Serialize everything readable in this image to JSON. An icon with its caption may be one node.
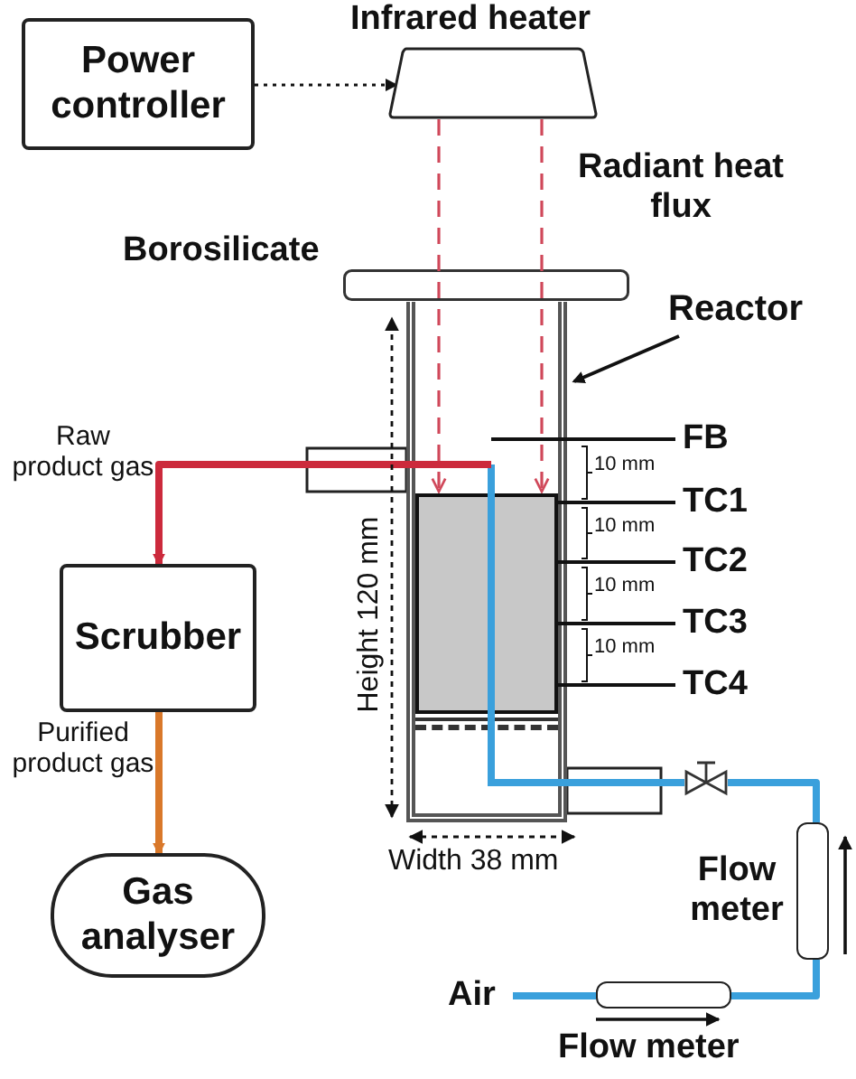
{
  "diagram": {
    "nodes": [
      {
        "text": [
          "Power controller"
        ]
      },
      {
        "text": [
          "Infrared heater"
        ]
      },
      {
        "text": [],
        "shape": "box"
      },
      {
        "text": [],
        "shape": "box",
        "in": 2
      },
      {
        "text": [
          "Reactor"
        ]
      },
      {
        "text": [
          "FB"
        ]
      },
      {
        "text": [
          "TC1"
        ]
      },
      {
        "text": [
          "TC2"
        ]
      },
      {
        "text": [
          "TC3"
        ]
      },
      {
        "text": [
          "TC4"
        ]
      },
      {
        "text": [
          "Scrubber"
        ]
      },
      {
        "text": [
          "Gas analyser"
        ]
      },
      {
        "text": [],
        "shape": "valve"
      },
      {
        "text": [
          "Flow meter"
        ]
      },
      {
        "text": [
          "Flow meter"
        ]
      },
      {
        "text": [
          "Air"
        ]
      }
    ],
    "edges": [
      {
        "from": 0,
        "to": 1,
        "arrow": "to",
        "style": "dashed"
      },
      {
        "from": 1,
        "to": 3,
        "arrow": "to",
        "style": "dashed",
        "color": "#d0485a"
      },
      {
        "from": 1,
        "to": 3,
        "arrow": "to",
        "style": "dashed",
        "color": "#d0485a"
      },
      {
        "from": 4,
        "to": 2,
        "arrow": "to"
      },
      {
        "from": 2,
        "to": 10,
        "arrow": "to",
        "label": "Raw product gas",
        "style": "thick",
        "color": "#cc2a3c"
      },
      {
        "from": 10,
        "to": 11,
        "arrow": "to",
        "label": "Purified product gas",
        "style": "thick",
        "color": "#d9782a"
      },
      {
        "from": 15,
        "to": 14,
        "arrow": "none",
        "style": "thick",
        "color": "#3aa0dc"
      },
      {
        "from": 14,
        "to": 13,
        "arrow": "none",
        "style": "thick",
        "color": "#3aa0dc"
      },
      {
        "from": 13,
        "to": 12,
        "arrow": "none",
        "style": "thick",
        "color": "#3aa0dc"
      },
      {
        "from": 12,
        "to": 2,
        "arrow": "none",
        "style": "thick",
        "color": "#3aa0dc"
      },
      {
        "from": 5,
        "to": null,
        "arrow": "none"
      },
      {
        "from": 6,
        "to": 3,
        "arrow": "none"
      },
      {
        "from": 7,
        "to": 3,
        "arrow": "none"
      },
      {
        "from": 8,
        "to": 3,
        "arrow": "none"
      },
      {
        "from": 9,
        "to": 3,
        "arrow": "none"
      }
    ],
    "labels": [
      "Radiant heat flux",
      "Borosilicate",
      "10 mm",
      "10 mm",
      "10 mm",
      "10 mm",
      "Height 120 mm",
      "Width 38 mm"
    ]
  }
}
